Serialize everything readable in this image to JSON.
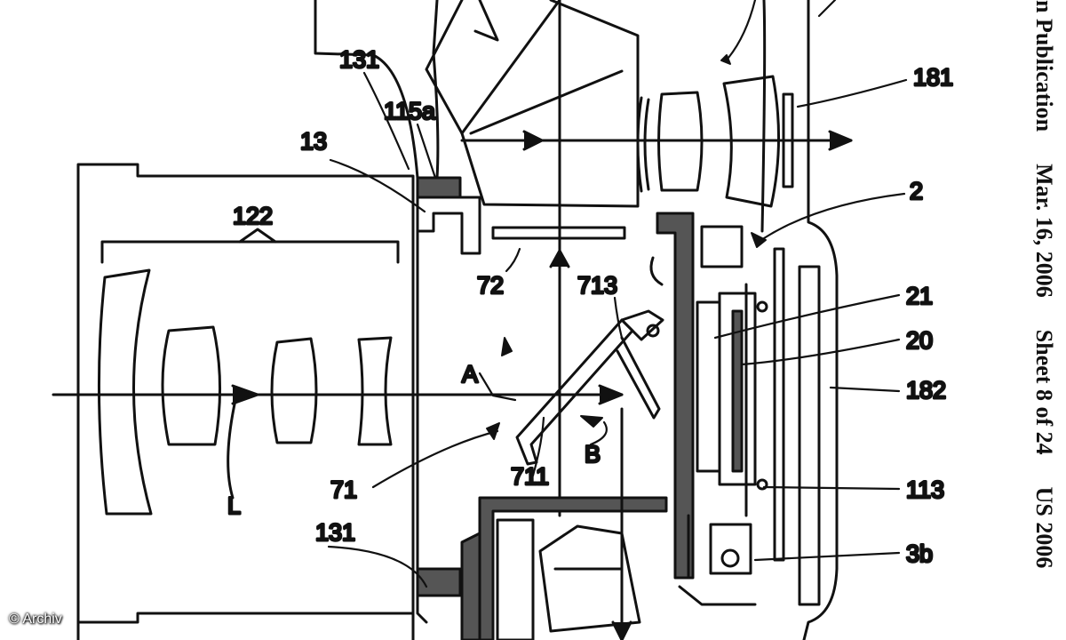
{
  "labels": {
    "l131_top": "131",
    "l115a": "115a",
    "l13": "13",
    "l181": "181",
    "l122": "122",
    "l2": "2",
    "l72": "72",
    "l713": "713",
    "l21": "21",
    "l20": "20",
    "lA": "A",
    "l182": "182",
    "lB": "B",
    "l711": "711",
    "l71": "71",
    "lL": "L",
    "l113": "113",
    "l131_bot": "131",
    "l3b": "3b"
  },
  "sideheader": {
    "publication": "n Publication",
    "date": "Mar. 16, 2006",
    "sheet": "Sheet 8 of 24",
    "number": "US 2006"
  },
  "credit": "© Archiv"
}
